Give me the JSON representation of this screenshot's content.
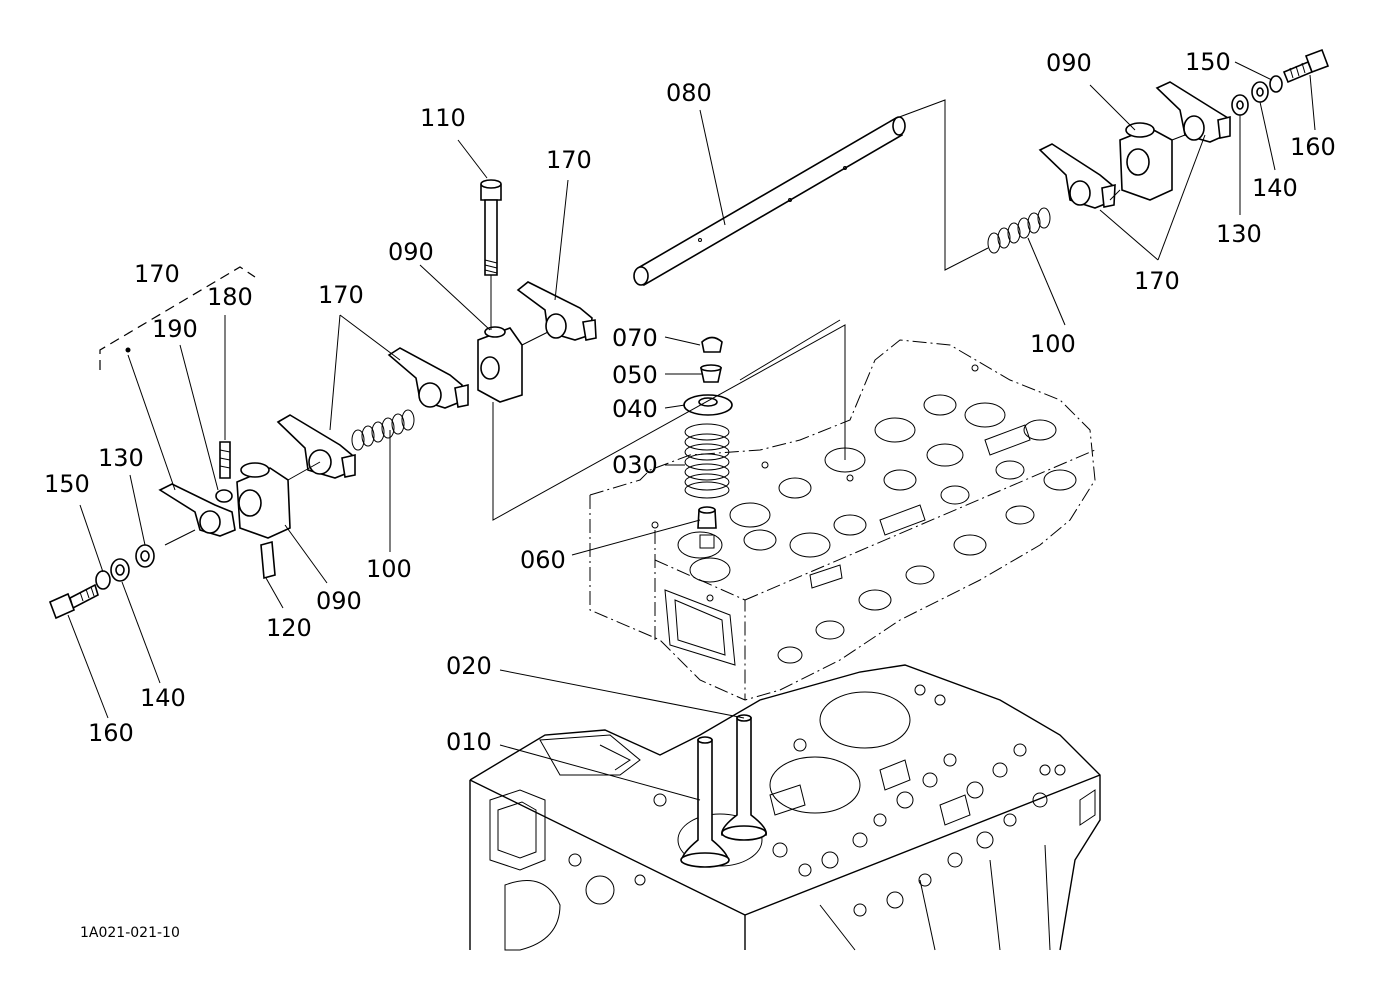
{
  "diagram_code": "1A021-021-10",
  "labels": {
    "l010": "010",
    "l020": "020",
    "l030": "030",
    "l040": "040",
    "l050": "050",
    "l060": "060",
    "l070": "070",
    "l080": "080",
    "l090_top": "090",
    "l090_left": "090",
    "l090_right": "090",
    "l100_mid": "100",
    "l100_right": "100",
    "l110": "110",
    "l120": "120",
    "l130_left": "130",
    "l130_right": "130",
    "l140_left": "140",
    "l140_right": "140",
    "l150_left": "150",
    "l150_right": "150",
    "l160_left": "160",
    "l160_right": "160",
    "l170_topleft": "170",
    "l170_mid": "170",
    "l170_upper": "170",
    "l170_right": "170",
    "l180": "180",
    "l190": "190"
  }
}
